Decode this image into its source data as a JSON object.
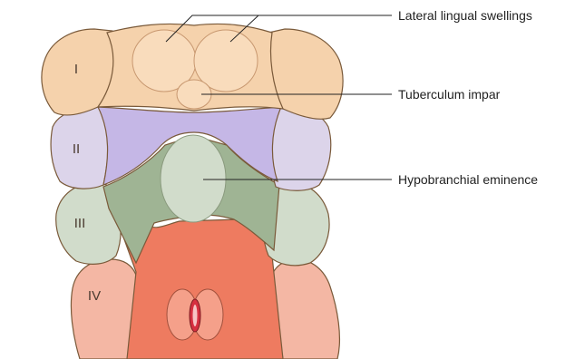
{
  "arch_numerals": [
    "I",
    "II",
    "III",
    "IV"
  ],
  "labels": {
    "lateral_lingual": "Lateral lingual swellings",
    "tuberculum_impar": "Tuberculum impar",
    "hypobranchial": "Hypobranchial eminence"
  },
  "colors": {
    "arch_i": "#f5d2ac",
    "arch_ii": "#dcd4ea",
    "arch_ii_center": "#c5b7e6",
    "arch_iii": "#d1dccb",
    "arch_iii_center": "#9fb494",
    "arch_iv": "#f4b7a4",
    "arch_iv_center": "#ee7b60",
    "outline": "#7a5a3a"
  }
}
